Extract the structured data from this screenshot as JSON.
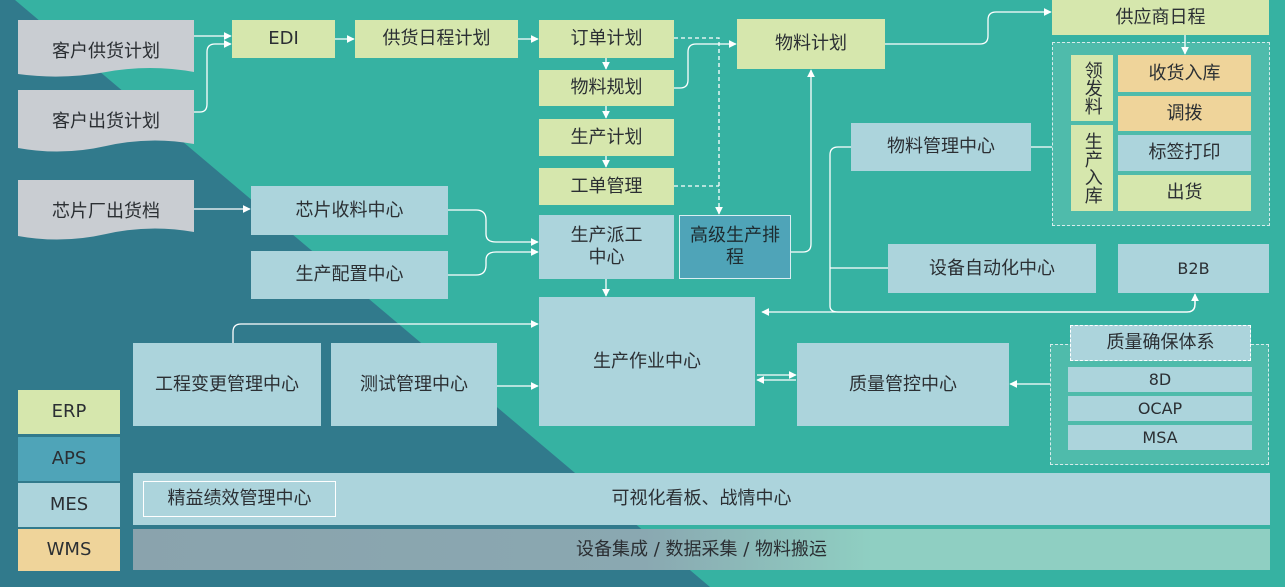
{
  "documents": {
    "customer_supply_plan": "客户供货计划",
    "customer_shipment_plan": "客户出货计划",
    "chip_factory_shipment": "芯片厂出货档"
  },
  "erp": {
    "edi": "EDI",
    "supply_schedule": "供货日程计划",
    "order_plan": "订单计划",
    "material_planning": "物料规划",
    "production_plan": "生产计划",
    "work_order_mgmt": "工单管理",
    "material_plan": "物料计划",
    "supplier_schedule": "供应商日程"
  },
  "aps": {
    "advanced_scheduling": "高级生产排程"
  },
  "mes": {
    "chip_receiving": "芯片收料中心",
    "production_config": "生产配置中心",
    "production_dispatch": "生产派工中心",
    "material_mgmt": "物料管理中心",
    "equipment_automation": "设备自动化中心",
    "b2b": "B2B",
    "production_operation": "生产作业中心",
    "engineering_change": "工程变更管理中心",
    "test_mgmt": "测试管理中心",
    "quality_control": "质量管控中心",
    "lean_performance": "精益绩效管理中心",
    "visual_board": "可视化看板、战情中心",
    "equipment_integration": "设备集成 / 数据采集 / 物料搬运"
  },
  "wms": {
    "issue_material": "领发料",
    "production_warehousing": "生产入库",
    "receiving": "收货入库",
    "transfer": "调拨",
    "label_print": "标签打印",
    "shipping": "出货"
  },
  "quality": {
    "system": "质量确保体系",
    "items": [
      "8D",
      "OCAP",
      "MSA"
    ]
  },
  "legend": [
    {
      "label": "ERP",
      "color": "#d6e7ad"
    },
    {
      "label": "APS",
      "color": "#4fa4b8"
    },
    {
      "label": "MES",
      "color": "#acd4dc"
    },
    {
      "label": "WMS",
      "color": "#efd49a"
    }
  ],
  "colors": {
    "bg_teal": "#36b2a2",
    "bg_dark": "#317a8c",
    "arrow": "#ffffff"
  }
}
